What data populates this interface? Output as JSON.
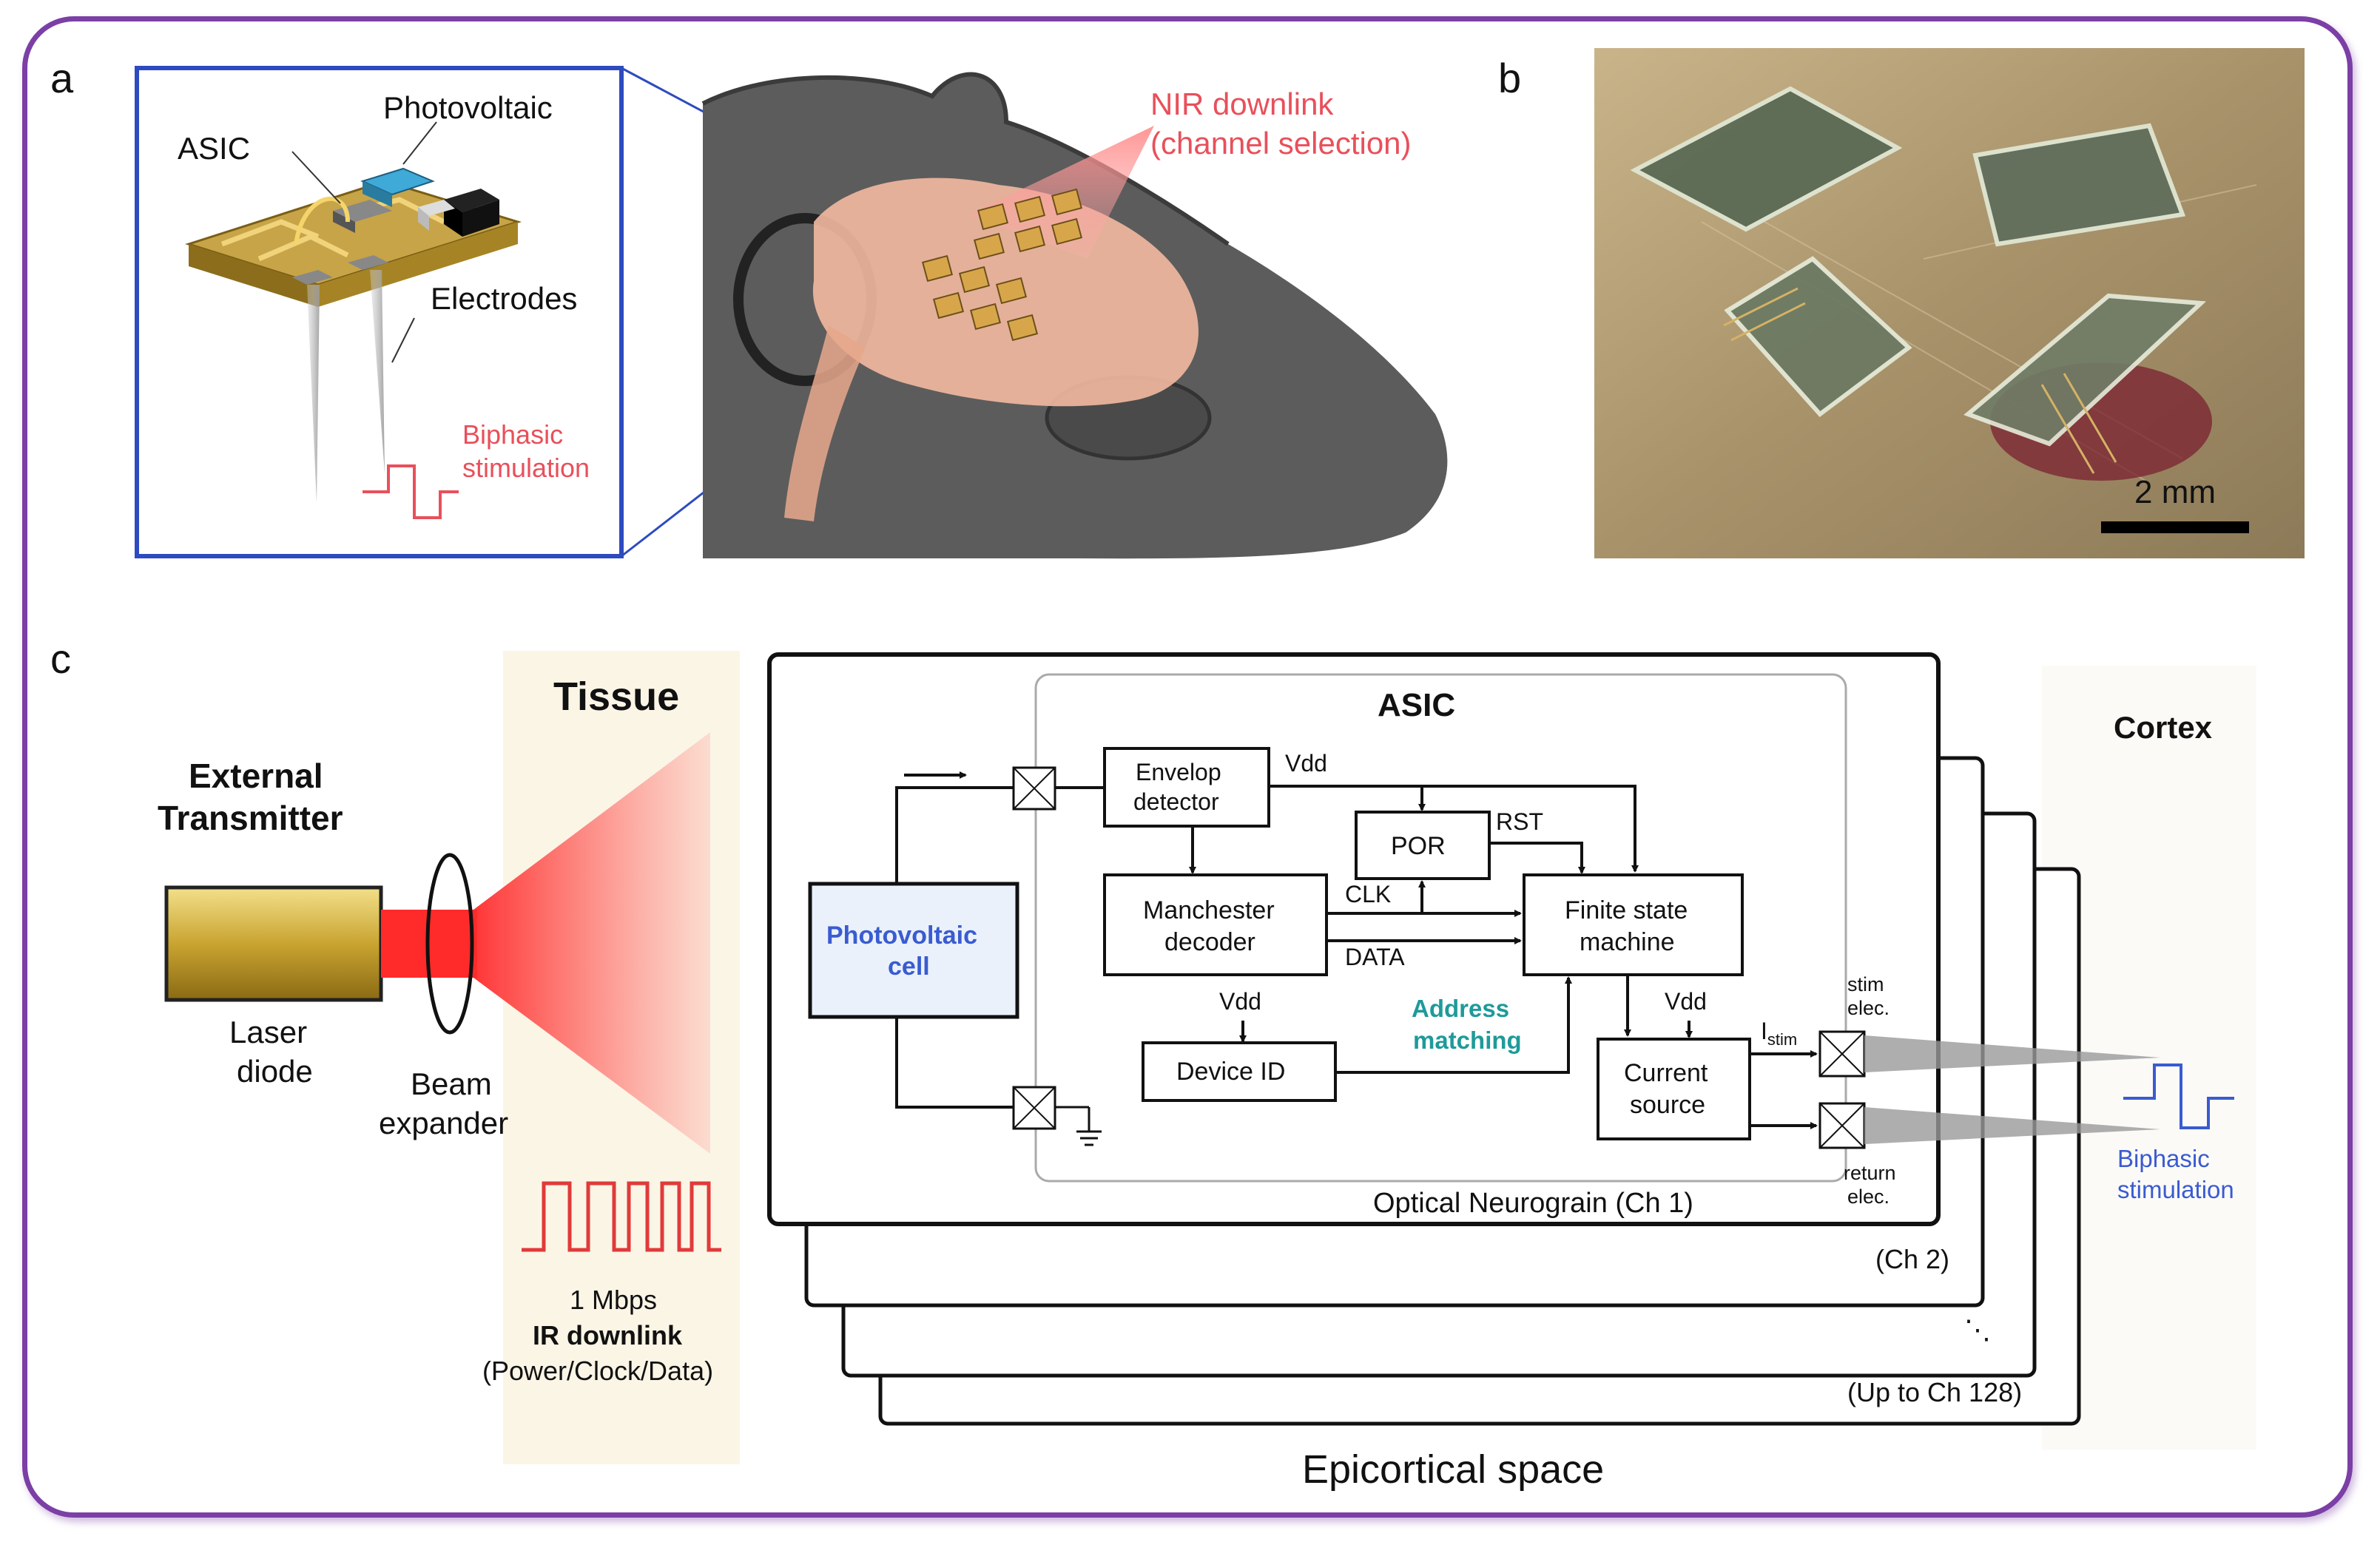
{
  "colors": {
    "frame": "#7b3fa6",
    "panel_a_box": "#2d4bbf",
    "red_text": "#e8505b",
    "blue_text": "#3a5bd0",
    "teal_text": "#1f9a9a",
    "black": "#111111"
  },
  "panel_a": {
    "letter": "a",
    "inset_labels": {
      "photovoltaic": "Photovoltaic",
      "asic": "ASIC",
      "electrodes": "Electrodes",
      "biphasic_1": "Biphasic",
      "biphasic_2": "stimulation"
    },
    "nir_line1": "NIR downlink",
    "nir_line2": "(channel selection)"
  },
  "panel_b": {
    "letter": "b",
    "scale": "2 mm"
  },
  "panel_c": {
    "letter": "c",
    "tissue": "Tissue",
    "external_1": "External",
    "external_2": "Transmitter",
    "laser_1": "Laser",
    "laser_2": "diode",
    "beam_1": "Beam",
    "beam_2": "expander",
    "rate": "1 Mbps",
    "ir_downlink": "IR downlink",
    "pcd": "(Power/Clock/Data)",
    "asic_title": "ASIC",
    "cortex": "Cortex",
    "photovoltaic_1": "Photovoltaic",
    "photovoltaic_2": "cell",
    "envelop_1": "Envelop",
    "envelop_2": "detector",
    "vdd": "Vdd",
    "por": "POR",
    "rst": "RST",
    "clk": "CLK",
    "data": "DATA",
    "manchester_1": "Manchester",
    "manchester_2": "decoder",
    "fsm_1": "Finite state",
    "fsm_2": "machine",
    "address_1": "Address",
    "address_2": "matching",
    "device_id": "Device ID",
    "current_1": "Current",
    "current_2": "source",
    "istim_main": "I",
    "istim_sub": "stim",
    "stim_1": "stim",
    "stim_2": "elec.",
    "return_1": "return",
    "return_2": "elec.",
    "biphasic_1": "Biphasic",
    "biphasic_2": "stimulation",
    "neurograin": "Optical Neurograin (Ch 1)",
    "ch2": "(Ch 2)",
    "dots": "⋱",
    "ch128": "(Up to Ch 128)",
    "epicortical": "Epicortical space"
  }
}
